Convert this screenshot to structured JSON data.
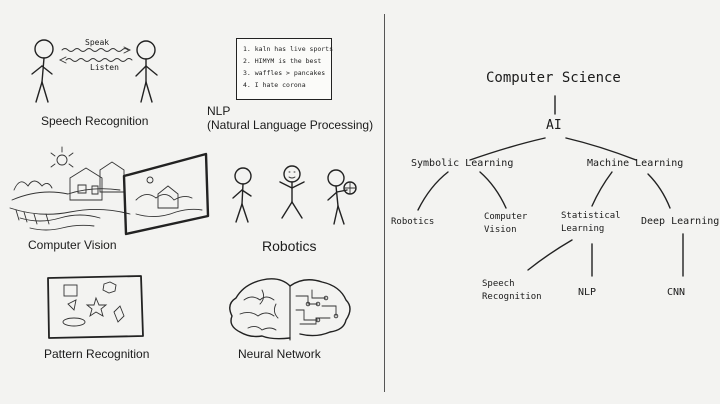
{
  "left_panel": {
    "speech": {
      "label": "Speech Recognition",
      "speak": "Speak",
      "listen": "Listen"
    },
    "nlp": {
      "label_line1": "NLP",
      "label_line2": "(Natural Language Processing)",
      "note_lines": [
        "1. kaln has live sports",
        "2. HIMYM is the best",
        "3. waffles > pancakes",
        "4. I hate corona"
      ]
    },
    "vision": {
      "label": "Computer Vision"
    },
    "robotics": {
      "label": "Robotics"
    },
    "pattern": {
      "label": "Pattern Recognition"
    },
    "neural": {
      "label": "Neural Network"
    }
  },
  "tree": {
    "root": "Computer Science",
    "ai": "AI",
    "symbolic": "Symbolic Learning",
    "machine": "Machine Learning",
    "robotics": "Robotics",
    "computer_vision_line1": "Computer",
    "computer_vision_line2": "Vision",
    "statistical_line1": "Statistical",
    "statistical_line2": "Learning",
    "deep": "Deep Learning",
    "speech_line1": "Speech",
    "speech_line2": "Recognition",
    "nlp": "NLP",
    "cnn": "CNN"
  },
  "colors": {
    "background": "#f3f3f1",
    "ink": "#222222"
  }
}
